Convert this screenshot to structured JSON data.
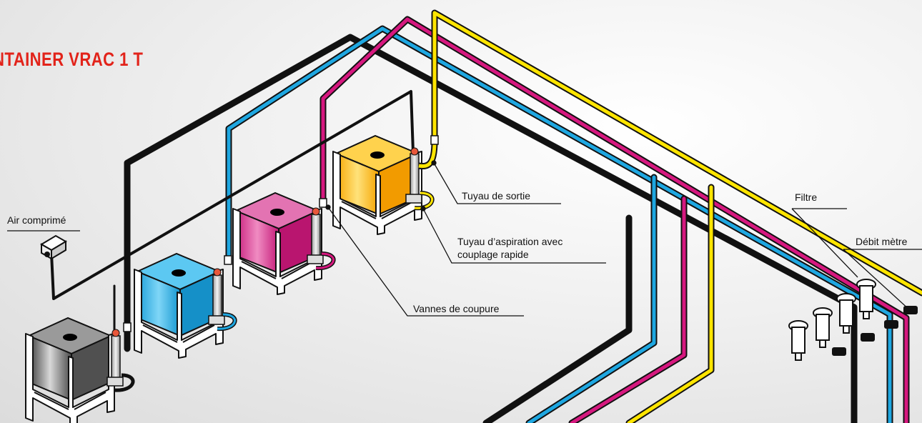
{
  "title": "NTAINER VRAC 1 T",
  "labels": {
    "air": "Air comprimé",
    "outlet": "Tuyau de sortie",
    "suction_line1": "Tuyau d’aspiration avec",
    "suction_line2": "couplage rapide",
    "valves": "Vannes de coupure",
    "filter": "Filtre",
    "flowmeter": "Débit mètre"
  },
  "colors": {
    "title": "#e2231a",
    "black_ink": "#111111",
    "cyan_ink": "#1ea7e1",
    "magenta_ink": "#d6187f",
    "yellow_ink": "#ffe500",
    "tank_black": "#6b6b6b",
    "tank_cyan": "#28b4ec",
    "tank_magenta": "#d9439a",
    "tank_yellow": "#ffc21a"
  },
  "containers": [
    {
      "ink": "black"
    },
    {
      "ink": "cyan"
    },
    {
      "ink": "magenta"
    },
    {
      "ink": "yellow"
    }
  ]
}
